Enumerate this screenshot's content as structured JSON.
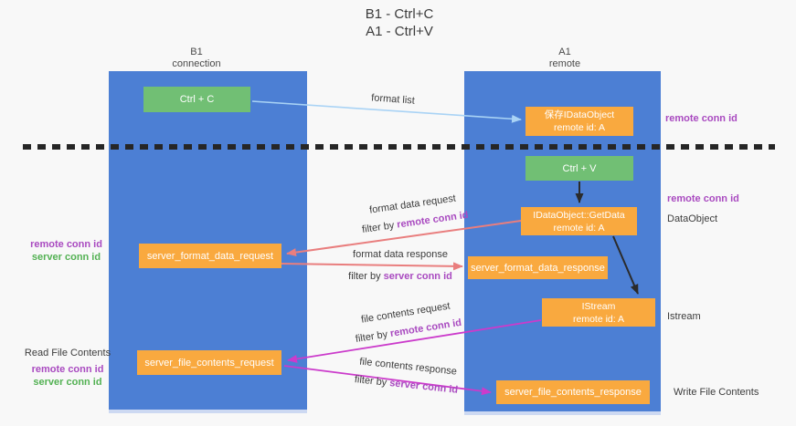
{
  "title": {
    "line1": "B1 - Ctrl+C",
    "line2": "A1 - Ctrl+V"
  },
  "columns": {
    "left": {
      "name": "B1",
      "role": "connection"
    },
    "right": {
      "name": "A1",
      "role": "remote"
    }
  },
  "nodes": {
    "ctrl_c": {
      "label": "Ctrl + C"
    },
    "ctrl_v": {
      "label": "Ctrl + V"
    },
    "save_dataobject": {
      "line1": "保存IDataObject",
      "line2": "remote id: A"
    },
    "getdata": {
      "line1": "IDataObject::GetData",
      "line2": "remote id: A"
    },
    "istream": {
      "line1": "IStream",
      "line2": "remote id: A"
    },
    "format_request": {
      "label": "server_format_data_request"
    },
    "format_response": {
      "label": "server_format_data_response"
    },
    "file_request": {
      "label": "server_file_contents_request"
    },
    "file_response": {
      "label": "server_file_contents_response"
    }
  },
  "arrow_labels": {
    "format_list": "format list",
    "format_data_request": "format data request",
    "format_data_response": "format data response",
    "file_contents_request": "file contents request",
    "file_contents_response": "file contents response",
    "filter_by": "filter by ",
    "remote_conn_id": "remote conn id",
    "server_conn_id": "server conn id"
  },
  "side_labels": {
    "remote_conn_id_top": "remote conn id",
    "remote_conn_id_mid": "remote conn id",
    "dataobject": "DataObject",
    "istream": "Istream",
    "write_file_contents": "Write File Contents",
    "read_file_contents": "Read File Contents",
    "left_remote_conn_id": "remote conn id",
    "left_server_conn_id": "server conn id"
  },
  "colors": {
    "column_blue": "#4c7fd4",
    "box_green": "#71bf74",
    "box_orange": "#f9a93f",
    "arrow_salmon": "#e97e7e",
    "arrow_magenta": "#cb3bcb",
    "arrow_blue": "#a9d3f5",
    "text_purple": "#a94ac0",
    "text_green": "#53b153",
    "text_dark": "#3c3c3c"
  }
}
